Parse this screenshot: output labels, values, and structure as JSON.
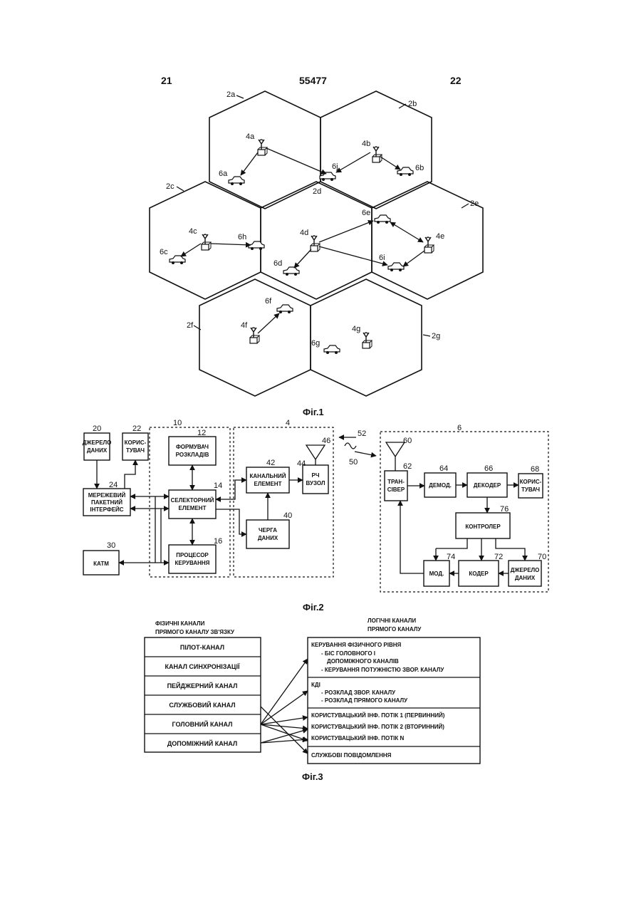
{
  "header": {
    "left": "21",
    "center": "55477",
    "right": "22"
  },
  "fig1": {
    "caption": "Фіг.1",
    "cells": [
      "2a",
      "2b",
      "2c",
      "2d",
      "2e",
      "2f",
      "2g"
    ],
    "stations": [
      "4a",
      "4b",
      "4c",
      "4d",
      "4e",
      "4f",
      "4g"
    ],
    "mobiles": [
      "6a",
      "6b",
      "6c",
      "6d",
      "6e",
      "6f",
      "6g",
      "6h",
      "6i",
      "6j"
    ]
  },
  "fig2": {
    "caption": "Фіг.2",
    "groups": {
      "g10": "10",
      "g4": "4",
      "g6": "6"
    },
    "links": {
      "l52": "52",
      "l50": "50",
      "a46": "46",
      "a60": "60"
    },
    "blocks": {
      "b20": {
        "num": "20",
        "l1": "ДЖЕРЕЛО",
        "l2": "ДАНИХ"
      },
      "b22": {
        "num": "22",
        "l1": "КОРИС-",
        "l2": "ТУВАЧ"
      },
      "b24": {
        "num": "24",
        "l1": "МЕРЕЖЕВИЙ",
        "l2": "ПАКЕТНИЙ",
        "l3": "ІНТЕРФЕЙС"
      },
      "b30": {
        "num": "30",
        "l1": "КАТМ"
      },
      "b12": {
        "num": "12",
        "l1": "ФОРМУВАЧ",
        "l2": "РОЗКЛАДІВ"
      },
      "b14": {
        "num": "14",
        "l1": "СЕЛЕКТОРНИЙ",
        "l2": "ЕЛЕМЕНТ"
      },
      "b16": {
        "num": "16",
        "l1": "ПРОЦЕСОР",
        "l2": "КЕРУВАННЯ"
      },
      "b42": {
        "num": "42",
        "l1": "КАНАЛЬНИЙ",
        "l2": "ЕЛЕМЕНТ"
      },
      "b44": {
        "num": "44",
        "l1": "РЧ",
        "l2": "ВУЗОЛ"
      },
      "b40": {
        "num": "40",
        "l1": "ЧЕРГА",
        "l2": "ДАНИХ"
      },
      "b62": {
        "num": "62",
        "l1": "ТРАН-",
        "l2": "СІВЕР"
      },
      "b64": {
        "num": "64",
        "l1": "ДЕМОД."
      },
      "b66": {
        "num": "66",
        "l1": "ДЕКОДЕР"
      },
      "b68": {
        "num": "68",
        "l1": "КОРИС-",
        "l2": "ТУВАЧ"
      },
      "b76": {
        "num": "76",
        "l1": "КОНТРОЛЕР"
      },
      "b74": {
        "num": "74",
        "l1": "МОД."
      },
      "b72": {
        "num": "72",
        "l1": "КОДЕР"
      },
      "b70": {
        "num": "70",
        "l1": "ДЖЕРЕЛО",
        "l2": "ДАНИХ"
      }
    }
  },
  "fig3": {
    "caption": "Фіг.3",
    "left_title": [
      "ФІЗИЧНІ КАНАЛИ",
      "ПРЯМОГО КАНАЛУ ЗВ'ЯЗКУ"
    ],
    "right_title": [
      "ЛОГІЧНІ КАНАЛИ",
      "ПРЯМОГО КАНАЛУ"
    ],
    "physical": [
      "ПІЛОТ-КАНАЛ",
      "КАНАЛ СИНХРОНІЗАЦІЇ",
      "ПЕЙДЖЕРНИЙ КАНАЛ",
      "СЛУЖБОВИЙ КАНАЛ",
      "ГОЛОВНИЙ КАНАЛ",
      "ДОПОМІЖНИЙ КАНАЛ"
    ],
    "logical": {
      "g1": [
        "КЕРУВАННЯ ФІЗИЧНОГО РІВНЯ",
        "- БІС ГОЛОВНОГО І",
        "ДОПОМІЖНОГО КАНАЛІВ",
        "- КЕРУВАННЯ ПОТУЖНІСТЮ ЗВОР. КАНАЛУ"
      ],
      "g2": [
        "КДІ",
        "- РОЗКЛАД ЗВОР. КАНАЛУ",
        "- РОЗКЛАД ПРЯМОГО КАНАЛУ"
      ],
      "g3": [
        "КОРИСТУВАЦЬКИЙ ІНФ. ПОТІК 1 (ПЕРВИННИЙ)",
        "КОРИСТУВАЦЬКИЙ ІНФ. ПОТІК 2 (ВТОРИННИЙ)",
        "КОРИСТУВАЦЬКИЙ ІНФ. ПОТІК N"
      ],
      "g4": [
        "СЛУЖБОВІ ПОВІДОМЛЕННЯ"
      ]
    }
  }
}
